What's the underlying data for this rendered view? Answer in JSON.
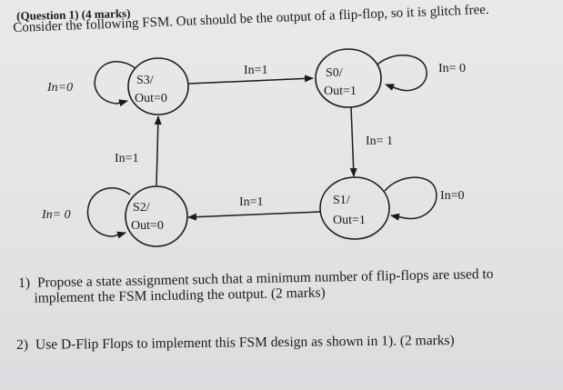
{
  "header": {
    "title": "(Question 1) (4 marks)",
    "prompt": "Consider the following FSM. Out should be the output of a flip-flop, so it is glitch free."
  },
  "fsm": {
    "states": [
      {
        "id": "S3",
        "name": "S3/",
        "output": "Out=0"
      },
      {
        "id": "S0",
        "name": "S0/",
        "output": "Out=1"
      },
      {
        "id": "S2",
        "name": "S2/",
        "output": "Out=0"
      },
      {
        "id": "S1",
        "name": "S1/",
        "output": "Out=1"
      }
    ],
    "transitions": [
      {
        "from": "S3",
        "to": "S3",
        "label": "In=0"
      },
      {
        "from": "S3",
        "to": "S0",
        "label": "In=1"
      },
      {
        "from": "S0",
        "to": "S0",
        "label": "In= 0"
      },
      {
        "from": "S0",
        "to": "S1",
        "label": "In= 1"
      },
      {
        "from": "S1",
        "to": "S1",
        "label": "In=0"
      },
      {
        "from": "S1",
        "to": "S2",
        "label": "In=1"
      },
      {
        "from": "S2",
        "to": "S2",
        "label": "In= 0"
      },
      {
        "from": "S2",
        "to": "S3",
        "label": "In=1"
      }
    ]
  },
  "questions": [
    {
      "number": "1)",
      "text_line1": "Propose a state assignment such that a minimum number of flip-flops are used to",
      "text_line2": "implement the FSM including the output. (2 marks)"
    },
    {
      "number": "2)",
      "text": "Use D-Flip Flops to implement this FSM design as shown in 1). (2 marks)"
    }
  ]
}
